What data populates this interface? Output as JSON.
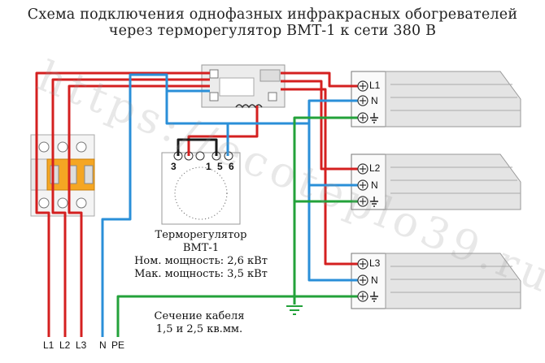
{
  "title": {
    "line1": "Схема подключения однофазных инфракрасных обогревателей",
    "line2": "через терморегулятор ВМТ-1 к сети 380 В"
  },
  "thermostat": {
    "name": "Терморегулятор",
    "model": "ВМТ-1",
    "nom_power": "Ном. мощность: 2,6 кВт",
    "max_power": "Мак. мощность: 3,5 кВт",
    "terminals": [
      "3",
      "1",
      "5",
      "6"
    ]
  },
  "cable": {
    "line1": "Сечение кабеля",
    "line2": "1,5 и 2,5 кв.мм."
  },
  "breaker_labels": [
    "L1",
    "L2",
    "L3",
    "N",
    "PE"
  ],
  "heaters": [
    {
      "phase": "L1",
      "neutral": "N"
    },
    {
      "phase": "L2",
      "neutral": "N"
    },
    {
      "phase": "L3",
      "neutral": "N"
    }
  ],
  "watermark": "https://ecoteplo39.ru",
  "colors": {
    "phase": "#d42020",
    "neutral": "#2a8fd8",
    "ground": "#23a23a",
    "control": "#1a1a1a"
  }
}
